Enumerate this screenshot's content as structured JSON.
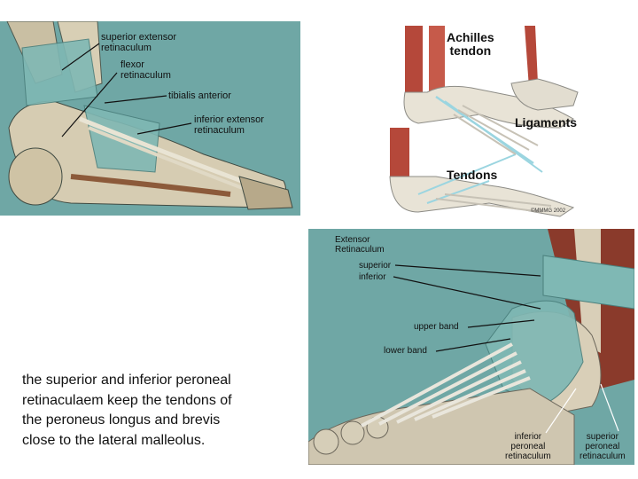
{
  "panel_top_left": {
    "labels": {
      "superior_extensor_l1": "superior extensor",
      "superior_extensor_l2": "retinaculum",
      "flexor_l1": "flexor",
      "flexor_l2": "retinaculum",
      "tibialis_anterior": "tibialis anterior",
      "inferior_extensor_l1": "inferior extensor",
      "inferior_extensor_l2": "retinaculum"
    }
  },
  "panel_top_right": {
    "labels": {
      "achilles_l1": "Achilles",
      "achilles_l2": "tendon",
      "ligaments": "Ligaments",
      "tendons": "Tendons",
      "copyright": "©MMMG 2002"
    }
  },
  "panel_bottom_right": {
    "labels": {
      "extensor_l1": "Extensor",
      "extensor_l2": "Retinaculum",
      "superior": "superior",
      "inferior": "inferior",
      "upper_band": "upper band",
      "lower_band": "lower band",
      "inferior_peroneal_l1": "inferior",
      "inferior_peroneal_l2": "peroneal",
      "inferior_peroneal_l3": "retinaculum",
      "superior_peroneal_l1": "superior",
      "superior_peroneal_l2": "peroneal",
      "superior_peroneal_l3": "retinaculum"
    }
  },
  "caption": {
    "line1": "the superior and inferior peroneal",
    "line2": "retinaculaem keep the tendons of",
    "line3": "the peroneus longus and brevis",
    "line4": "close to the lateral malleolus."
  },
  "colors": {
    "teal_background": "#6fa7a5",
    "retinaculum": "#7fb8b4",
    "bone": "#d9cfb8",
    "muscle": "#b5483a"
  }
}
